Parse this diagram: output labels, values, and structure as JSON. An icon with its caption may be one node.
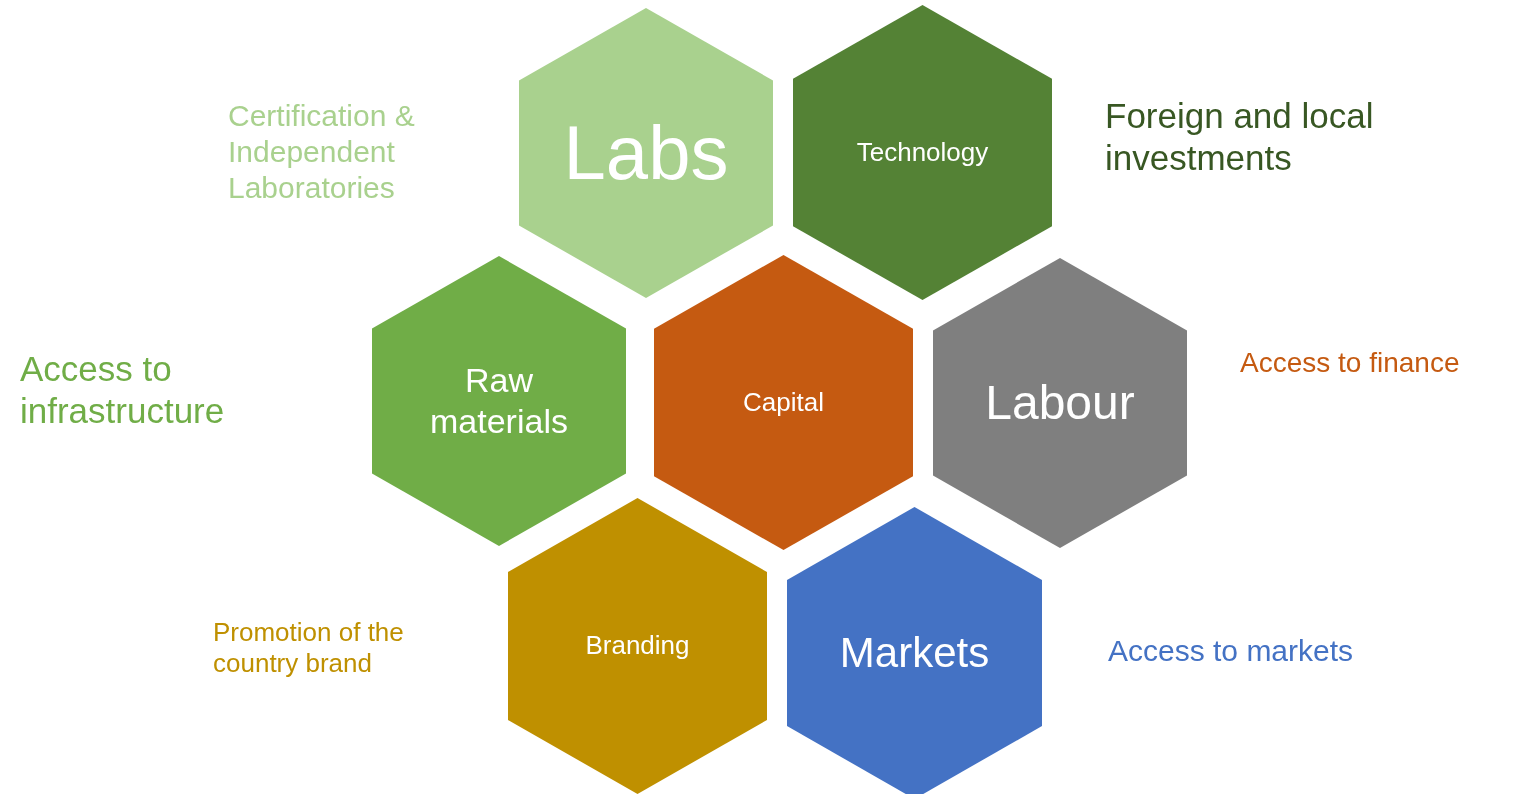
{
  "diagram": {
    "nodes": [
      {
        "text": [
          "Labs"
        ]
      },
      {
        "text": [
          "Technology"
        ]
      },
      {
        "text": [
          "Raw materials"
        ]
      },
      {
        "text": [
          "Capital"
        ]
      },
      {
        "text": [
          "Labour"
        ]
      },
      {
        "text": [
          "Branding"
        ]
      },
      {
        "text": [
          "Markets"
        ]
      }
    ],
    "labels": [
      "Certification & Independent Laboratories",
      "Foreign and local investments",
      "Access to infrastructure",
      "Access to finance",
      "Promotion of the country brand",
      "Access to markets"
    ]
  }
}
